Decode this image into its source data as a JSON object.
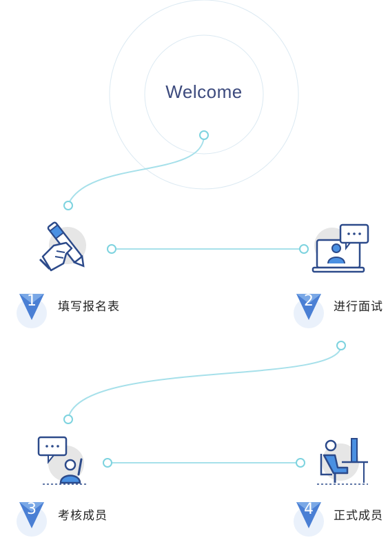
{
  "welcome": "Welcome",
  "colors": {
    "accent": "#3a7bd5",
    "line": "#8fd8e6",
    "text": "#222222",
    "title": "#3c4a7d"
  },
  "steps": [
    {
      "number": "1",
      "label": "填写报名表",
      "icon": "pen-hand-icon"
    },
    {
      "number": "2",
      "label": "进行面试",
      "icon": "laptop-chat-icon"
    },
    {
      "number": "3",
      "label": "考核成员",
      "icon": "person-raising-hand-icon"
    },
    {
      "number": "4",
      "label": "正式成员",
      "icon": "person-at-desk-icon"
    }
  ]
}
